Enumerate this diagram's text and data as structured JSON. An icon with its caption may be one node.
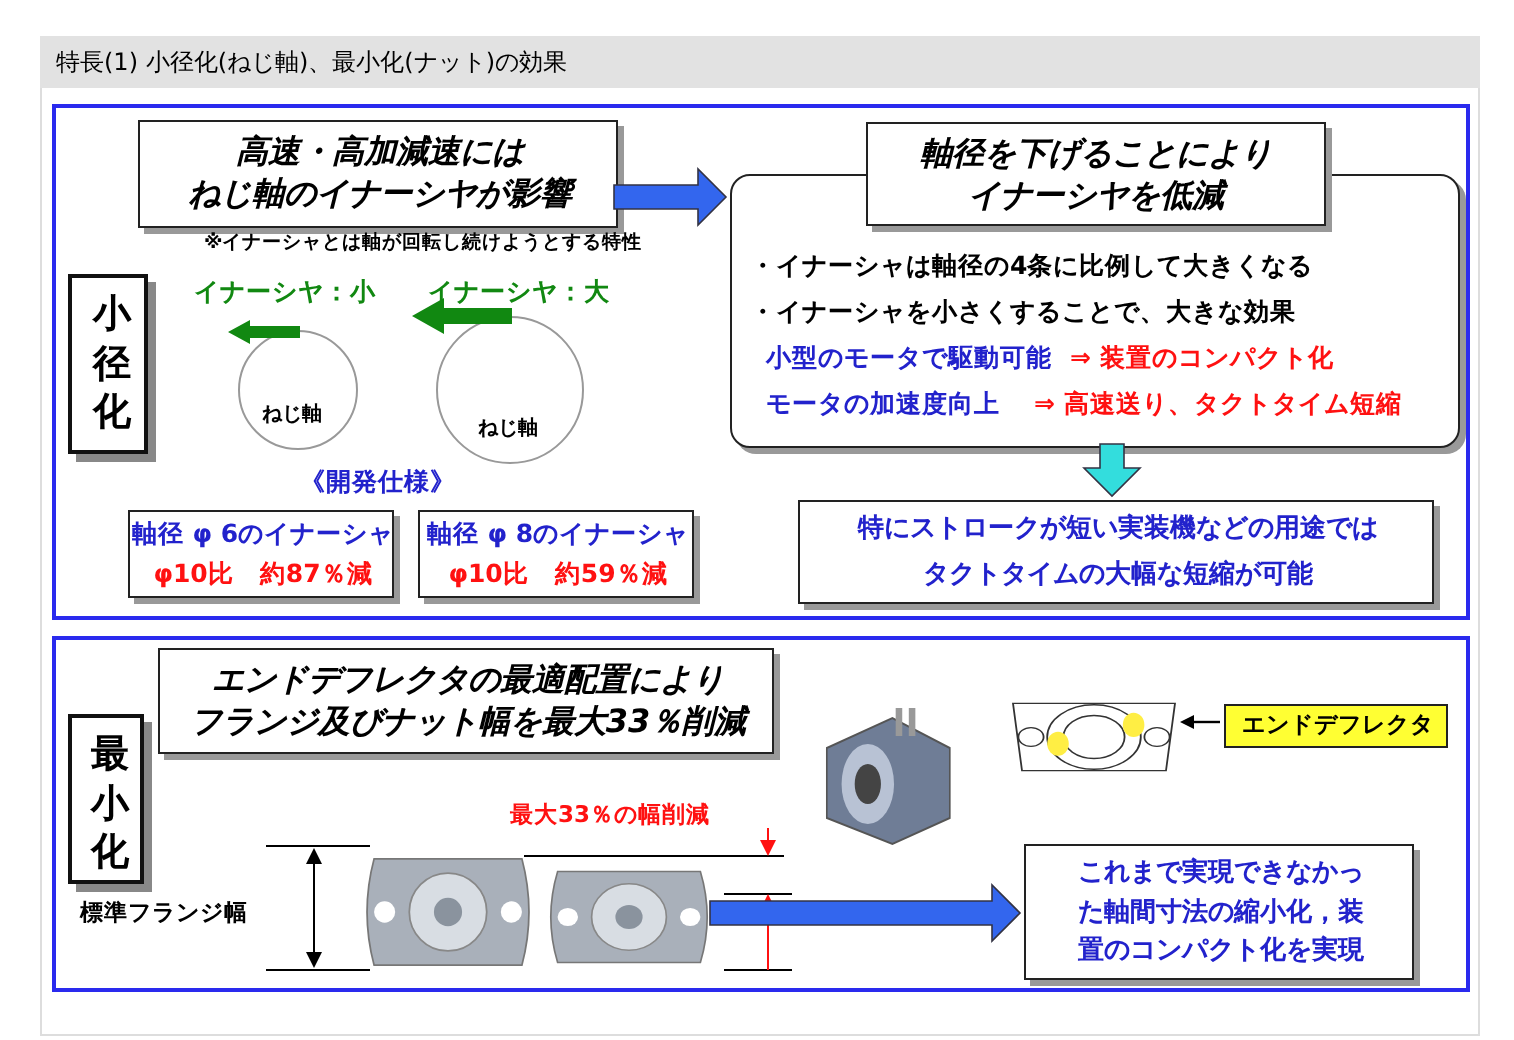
{
  "diagram": {
    "title": "特長(1) 小径化(ねじ軸)、最小化(ナット)の効果",
    "nodes": [
      {
        "text": [],
        "shape": "box"
      },
      {
        "text": [
          "小径化"
        ],
        "in": 0
      },
      {
        "text": [
          "高速・高加減速にはねじ軸のイナーシヤが影響"
        ],
        "beside": [
          "※イナーシャとは軸が回転し続けようとする特性"
        ],
        "in": 0
      },
      {
        "text": [
          "軸径を下げることによりイナーシヤを低減",
          "・イナーシャは軸径の4条に比例して大きくなる",
          "・イナーシャを小さくすることで、大きな効果",
          "小型のモータで駆動可能",
          "⇒ 装置のコンパクト化",
          "モータの加速度向上",
          "⇒ 高速送り、タクトタイム短縮"
        ],
        "in": 0
      },
      {
        "text": [
          "ねじ軸"
        ],
        "beside": [
          "イナーシヤ：小"
        ],
        "in": 0
      },
      {
        "text": [
          "ねじ軸"
        ],
        "beside": [
          "イナーシヤ：大"
        ],
        "in": 0
      },
      {
        "text": [
          "軸径 φ 6のイナーシャ",
          "φ10比　約87％減"
        ],
        "beside": [
          "《開発仕様》"
        ],
        "in": 0
      },
      {
        "text": [
          "軸径 φ 8のイナーシャ",
          "φ10比　約59％減"
        ],
        "in": 0
      },
      {
        "text": [
          "特にストロークが短い実装機などの用途ではタクトタイムの大幅な短縮が可能"
        ],
        "in": 0
      },
      {
        "text": [],
        "shape": "box"
      },
      {
        "text": [
          "最小化"
        ],
        "in": 9
      },
      {
        "text": [
          "エンドデフレクタの最適配置によりフランジ及びナット幅を最大33％削減"
        ],
        "in": 9
      },
      {
        "text": [],
        "shape": "picture",
        "in": 9
      },
      {
        "text": [],
        "shape": "picture",
        "in": 9
      },
      {
        "text": [],
        "shape": "picture",
        "in": 9
      },
      {
        "text": [],
        "shape": "picture",
        "in": 9
      },
      {
        "text": [
          "エンドデフレクタ"
        ],
        "in": 9
      },
      {
        "text": [
          "これまで実現できなかった軸間寸法の縮小化，装置のコンパクト化を実現"
        ],
        "in": 9
      }
    ],
    "edges": [
      {
        "from": 2,
        "to": 3,
        "arrow": "to",
        "style": "thick"
      },
      {
        "from": 3,
        "to": 8,
        "arrow": "to",
        "style": "thick",
        "color": "#33dddd"
      },
      {
        "from": 13,
        "to": 17,
        "arrow": "to",
        "style": "thick"
      },
      {
        "from": 16,
        "to": 15,
        "arrow": "to",
        "color": "#000000"
      }
    ],
    "labels": [
      "最大33％の幅削減",
      "標準フランジ幅"
    ]
  }
}
